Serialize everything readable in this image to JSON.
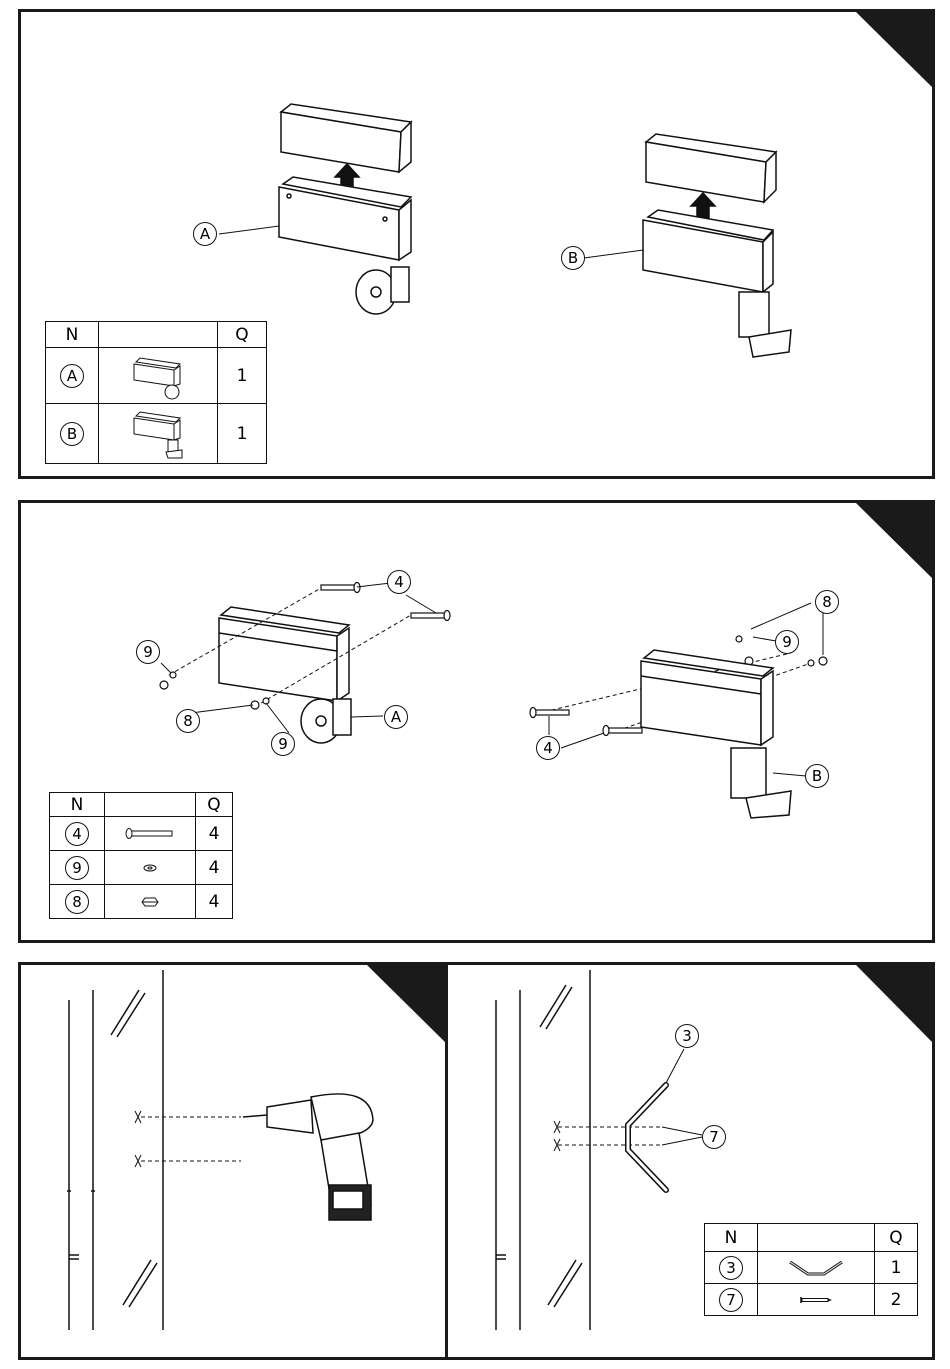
{
  "tables": {
    "table1": {
      "headers": {
        "n": "N",
        "img": "",
        "q": "Q"
      },
      "rows": [
        {
          "n": "A",
          "q": "1"
        },
        {
          "n": "B",
          "q": "1"
        }
      ]
    },
    "table2": {
      "headers": {
        "n": "N",
        "img": "",
        "q": "Q"
      },
      "rows": [
        {
          "n": "4",
          "q": "4"
        },
        {
          "n": "9",
          "q": "4"
        },
        {
          "n": "8",
          "q": "4"
        }
      ]
    },
    "table3": {
      "headers": {
        "n": "N",
        "img": "",
        "q": "Q"
      },
      "rows": [
        {
          "n": "3",
          "q": "1"
        },
        {
          "n": "7",
          "q": "2"
        }
      ]
    }
  },
  "callouts": {
    "p1_a": "A",
    "p1_b": "B",
    "p2_4a": "4",
    "p2_9a": "9",
    "p2_8a": "8",
    "p2_9b": "9",
    "p2_a": "A",
    "p2_8c": "8",
    "p2_9c": "9",
    "p2_4c": "4",
    "p2_b": "B",
    "p4_3": "3",
    "p4_7": "7"
  },
  "icons": [
    "bracket-a-icon",
    "bracket-b-icon",
    "bolt-icon",
    "washer-icon",
    "nut-icon",
    "drill-icon",
    "handle-icon",
    "screw-icon"
  ]
}
